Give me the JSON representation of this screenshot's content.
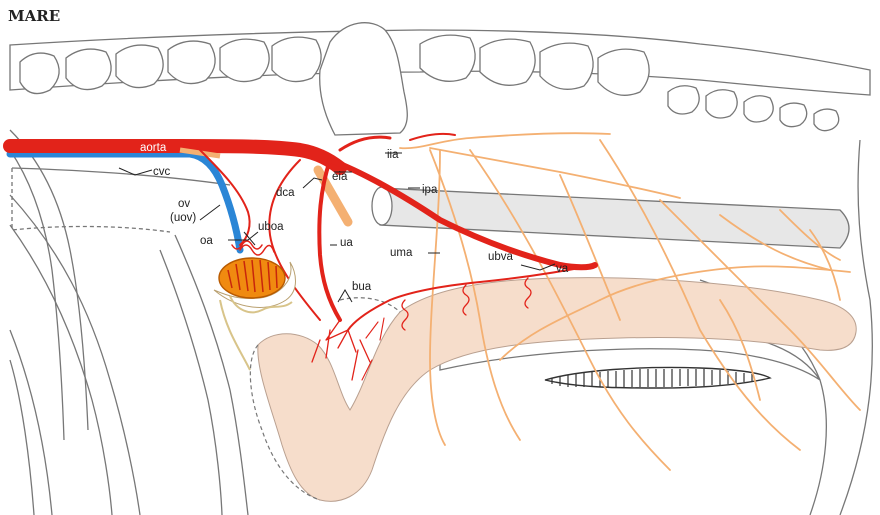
{
  "title": "MARE",
  "labels": {
    "aorta": "aorta",
    "cvc": "cvc",
    "ov": "ov",
    "uov": "(uov)",
    "oa": "oa",
    "uboa": "uboa",
    "dca": "dca",
    "eia": "eia",
    "iia": "iia",
    "ipa": "ipa",
    "ua": "ua",
    "uma": "uma",
    "ubva": "ubva",
    "va": "va",
    "bua": "bua"
  },
  "colors": {
    "artery": "#e2231a",
    "vein": "#2b86d6",
    "nerve": "#f4b072",
    "uterus": "#f6ddcb",
    "ovary": "#f08a10",
    "outline": "#777777"
  }
}
